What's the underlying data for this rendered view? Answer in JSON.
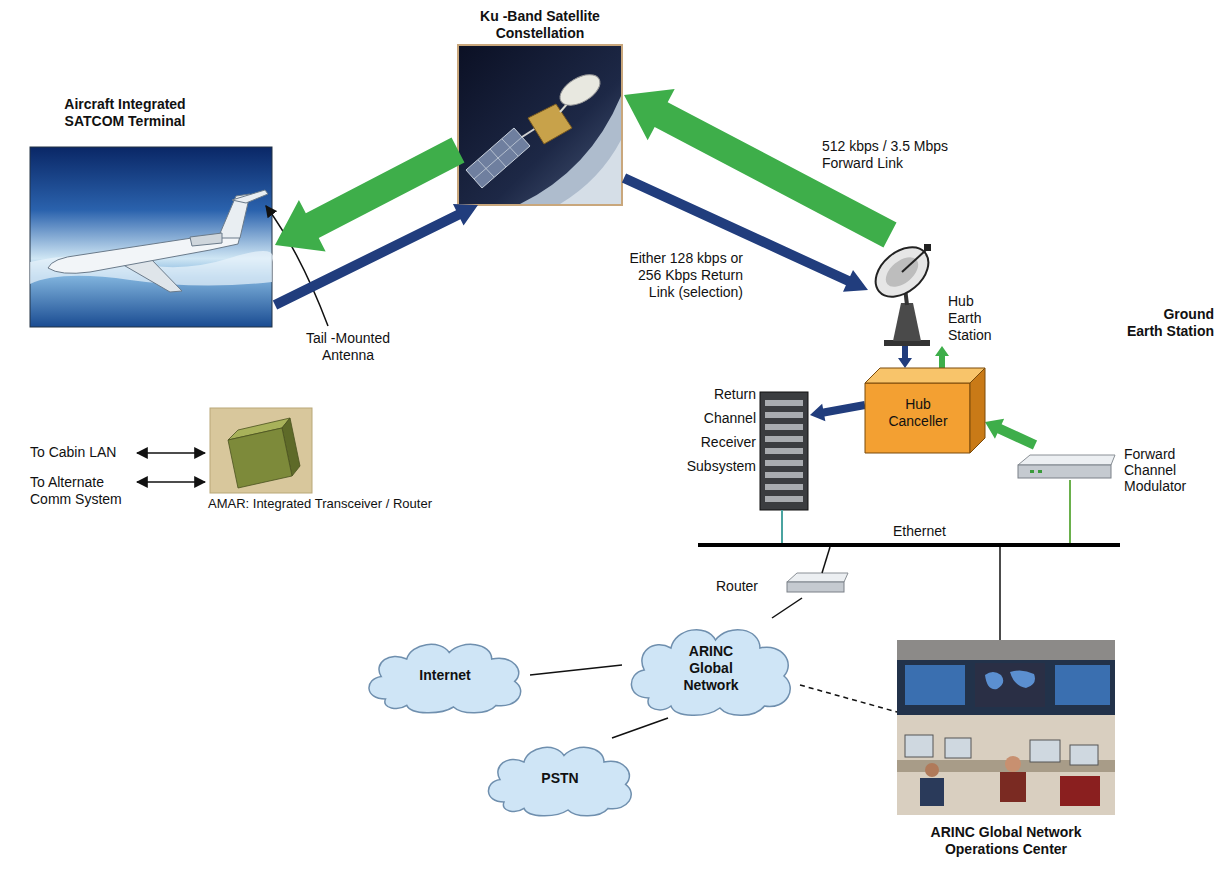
{
  "diagram": {
    "nodes": [
      {
        "text": [
          "Ku -Band Satellite Constellation"
        ]
      },
      {
        "text": [
          "Aircraft Integrated SATCOM Terminal"
        ]
      },
      {
        "text": [
          "AMAR: Integrated Transceiver / Router"
        ]
      },
      {
        "text": [
          "Hub Earth Station"
        ]
      },
      {
        "text": [
          "Hub Canceller"
        ]
      },
      {
        "text": [
          "Return Channel Receiver Subsystem"
        ]
      },
      {
        "text": [
          "Forward Channel Modulator"
        ]
      },
      {
        "text": [
          "Router"
        ]
      },
      {
        "text": [
          "Internet"
        ]
      },
      {
        "text": [
          "ARINC Global Network"
        ]
      },
      {
        "text": [
          "PSTN"
        ]
      },
      {
        "text": [
          "ARINC Global Network Operations Center"
        ]
      }
    ],
    "edges": [
      {
        "from": 0,
        "to": 1,
        "arrow": "to"
      },
      {
        "from": 1,
        "to": 0,
        "arrow": "to"
      },
      {
        "from": 3,
        "to": 0,
        "arrow": "to"
      },
      {
        "from": 0,
        "to": 3,
        "arrow": "to"
      },
      {
        "from": 3,
        "to": 4,
        "arrow": "to"
      },
      {
        "from": 4,
        "to": 3,
        "arrow": "to"
      },
      {
        "from": 4,
        "to": 5,
        "arrow": "to"
      },
      {
        "from": 6,
        "to": 4,
        "arrow": "to"
      },
      {
        "from": 7,
        "to": 9,
        "arrow": "none"
      },
      {
        "from": 8,
        "to": 9,
        "arrow": "none"
      },
      {
        "from": 9,
        "to": 10,
        "arrow": "none"
      },
      {
        "from": 9,
        "to": 11,
        "arrow": "none"
      }
    ],
    "labels": [
      "Tail -Mounted Antenna",
      "To Cabin LAN",
      "To Alternate Comm System",
      "512 kbps / 3.5 Mbps Forward Link",
      "Either 128 kbps or 256 Kbps Return Link (selection)",
      "Ground Earth Station",
      "Ethernet"
    ]
  }
}
